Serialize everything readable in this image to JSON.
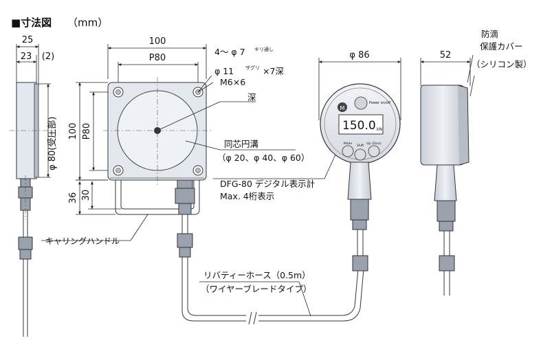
{
  "title": "■寸法図",
  "unit": "（mm）",
  "side_view": {
    "dim_overall": "25",
    "dim_body": "23",
    "dim_gap": "(2)",
    "dim_receiver": "φ 80(受圧部)"
  },
  "front_view": {
    "dim_width": "100",
    "dim_pitch_h": "P80",
    "dim_height": "100",
    "dim_pitch_v": "P80",
    "dim_handle_total": "36",
    "dim_handle": "30",
    "holes_note": "4～ φ 7",
    "holes_sub": "キリ通し",
    "counterbore": "φ 11",
    "counterbore_sub": "ザグリ",
    "counterbore_depth": "×7深",
    "thread": "M6×6",
    "thread_depth": "深",
    "groove_title": "同芯円溝",
    "groove_sizes": "（φ 20、φ 40、φ 60）"
  },
  "handle_label": "キャリングハンドル",
  "hose_label_1": "リバティーホース（0.5m）",
  "hose_label_2": "（ワイヤーブレードタイプ）",
  "gauge": {
    "dim_diameter": "φ 86",
    "display_value": "150.0",
    "display_unit": "kN",
    "model_label": "DFG-80 デジタル表示計",
    "display_note": "Max. 4桁表示",
    "button_1": "Mode",
    "button_2": "Shift",
    "button_3": "Up (Zero)",
    "power_label": "Power on/off",
    "logo": "M"
  },
  "gauge_side": {
    "dim_depth": "52",
    "cover_label_1": "防滴",
    "cover_label_2": "保護カバー",
    "cover_label_3": "（シリコン製）"
  }
}
